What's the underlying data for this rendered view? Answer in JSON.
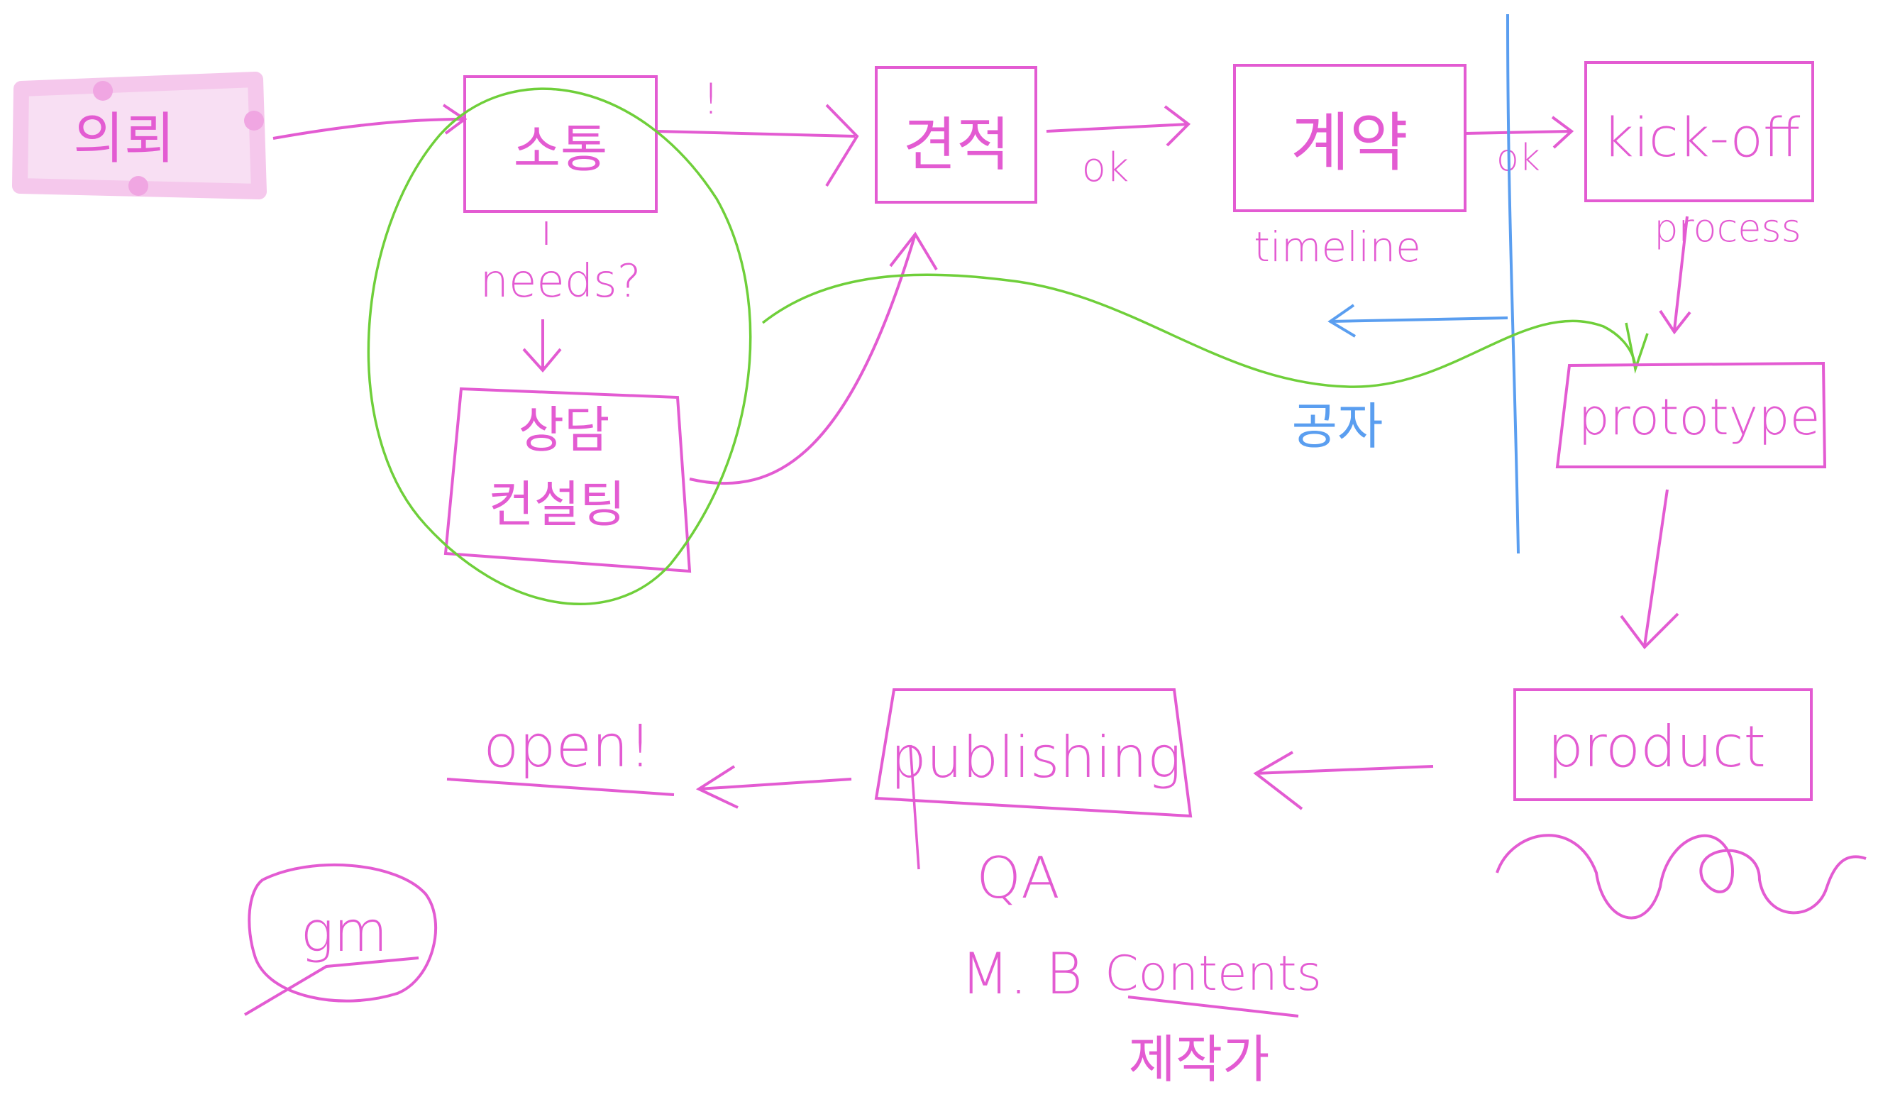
{
  "colors": {
    "ink": "#e35bd2",
    "highlight": "#f8dff3",
    "handle": "#f0a6e2",
    "green": "#6fcf3a",
    "blue": "#5a9ef0",
    "background": "#ffffff"
  },
  "nodes": {
    "request": "의뢰",
    "consult": "소통",
    "estimate": "견적",
    "contract": "계약",
    "kickoff": "kick-off",
    "strategy_line1": "상담",
    "strategy_line2": "컨설팅",
    "prototype": "prototype",
    "product": "product",
    "publishing": "publishing",
    "open": "open!",
    "gm": "gm"
  },
  "edge_labels": {
    "exclaim": "!",
    "needs": "needs?",
    "ok1": "ok",
    "ok2": "ok",
    "timeline": "timeline",
    "process": "process",
    "share": "공자",
    "qa": "QA",
    "mb": "M. B",
    "contents": "Contents",
    "make": "제작가"
  }
}
